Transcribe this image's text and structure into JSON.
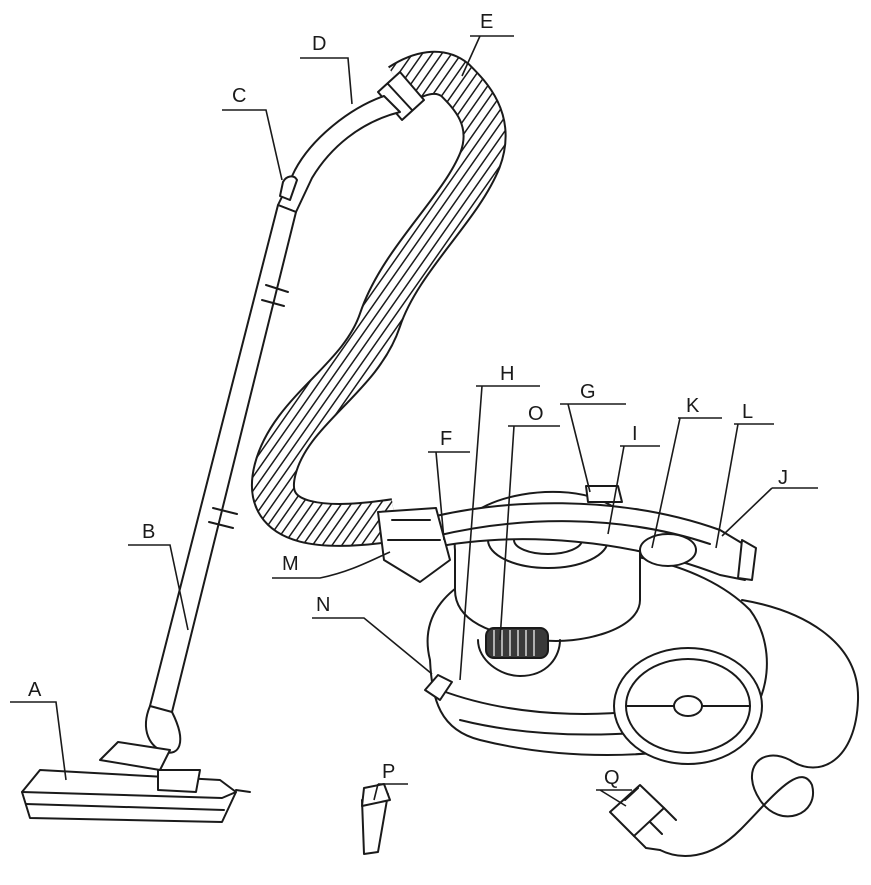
{
  "diagram": {
    "parts": [
      {
        "id": "A",
        "label": "A"
      },
      {
        "id": "B",
        "label": "B"
      },
      {
        "id": "C",
        "label": "C"
      },
      {
        "id": "D",
        "label": "D"
      },
      {
        "id": "E",
        "label": "E"
      },
      {
        "id": "F",
        "label": "F"
      },
      {
        "id": "G",
        "label": "G"
      },
      {
        "id": "H",
        "label": "H"
      },
      {
        "id": "I",
        "label": "I"
      },
      {
        "id": "J",
        "label": "J"
      },
      {
        "id": "K",
        "label": "K"
      },
      {
        "id": "L",
        "label": "L"
      },
      {
        "id": "M",
        "label": "M"
      },
      {
        "id": "N",
        "label": "N"
      },
      {
        "id": "O",
        "label": "O"
      },
      {
        "id": "P",
        "label": "P"
      },
      {
        "id": "Q",
        "label": "Q"
      }
    ]
  }
}
